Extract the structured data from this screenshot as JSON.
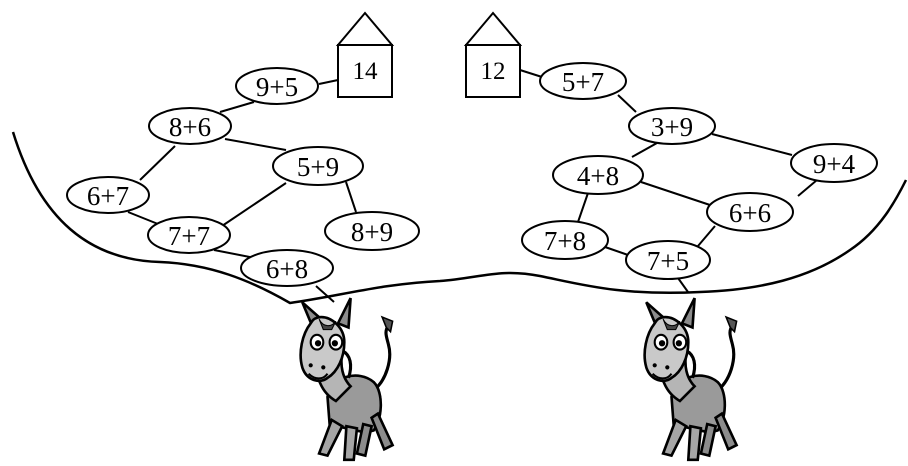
{
  "houses": [
    {
      "id": "left",
      "value": "14"
    },
    {
      "id": "right",
      "value": "12"
    }
  ],
  "left_tree": [
    {
      "id": "L1",
      "label": "9+5"
    },
    {
      "id": "L2",
      "label": "8+6"
    },
    {
      "id": "L3",
      "label": "6+7"
    },
    {
      "id": "L4",
      "label": "5+9"
    },
    {
      "id": "L5",
      "label": "7+7"
    },
    {
      "id": "L6",
      "label": "8+9"
    },
    {
      "id": "L7",
      "label": "6+8"
    }
  ],
  "right_tree": [
    {
      "id": "R1",
      "label": "5+7"
    },
    {
      "id": "R2",
      "label": "3+9"
    },
    {
      "id": "R3",
      "label": "4+8"
    },
    {
      "id": "R4",
      "label": "9+4"
    },
    {
      "id": "R5",
      "label": "6+6"
    },
    {
      "id": "R6",
      "label": "7+8"
    },
    {
      "id": "R7",
      "label": "7+5"
    }
  ],
  "characters": [
    {
      "id": "left-donkey",
      "icon": "donkey-icon"
    },
    {
      "id": "right-donkey",
      "icon": "donkey-icon"
    }
  ]
}
